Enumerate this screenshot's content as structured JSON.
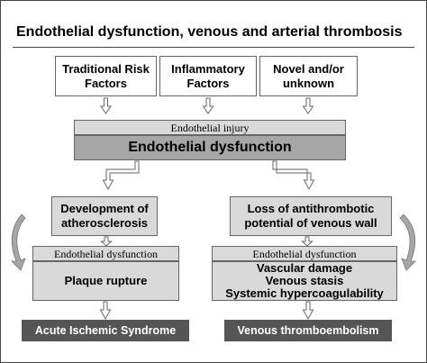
{
  "title": "Endothelial dysfunction, venous and arterial thrombosis",
  "risk_factors": [
    "Traditional Risk Factors",
    "Inflammatory Factors",
    "Novel and/or unknown"
  ],
  "center": {
    "header": "Endothelial injury",
    "label": "Endothelial dysfunction"
  },
  "left_branch": {
    "top": "Development of atherosclerosis",
    "header": "Endothelial dysfunction",
    "body": [
      "Plaque rupture"
    ],
    "outcome": "Acute Ischemic Syndrome"
  },
  "right_branch": {
    "top": "Loss of antithrombotic potential of venous wall",
    "header": "Endothelial dysfunction",
    "body": [
      "Vascular damage",
      "Venous stasis",
      "Systemic hypercoagulability"
    ],
    "outcome": "Venous thromboembolism"
  }
}
